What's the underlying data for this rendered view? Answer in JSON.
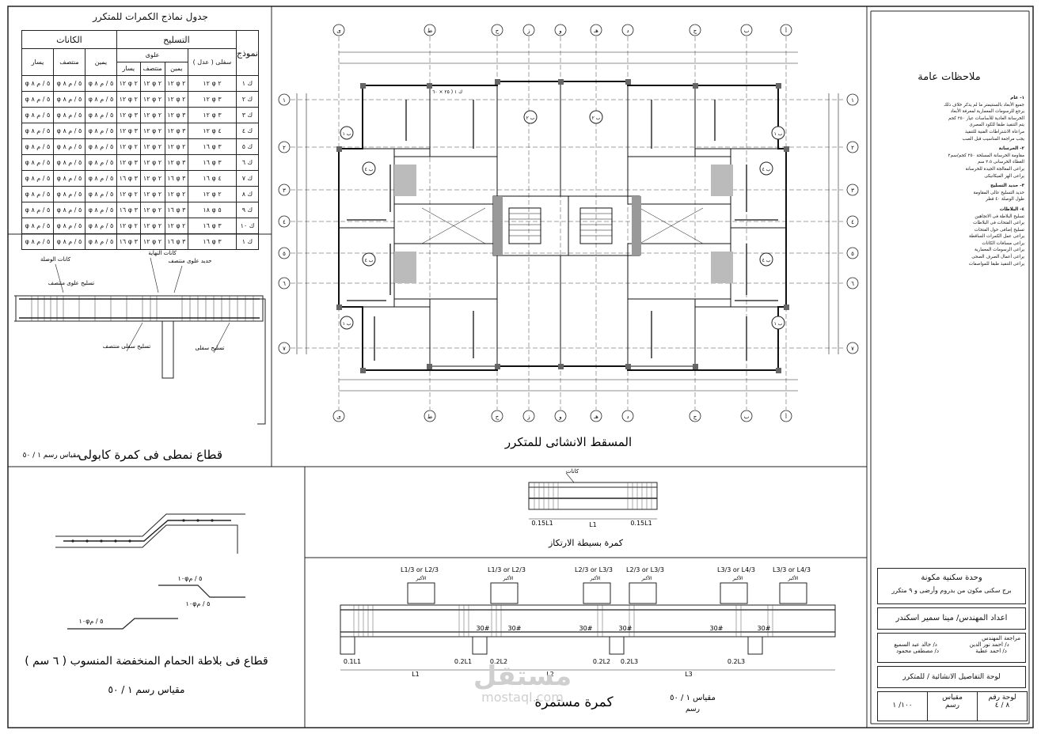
{
  "beam_table": {
    "title": "جدول نماذج الكمرات للمتكرر",
    "group_reinforcement": "التسليح",
    "group_stirrups": "الكانات",
    "col_model": "نموذج",
    "col_top": "علوى",
    "col_bottom": "سفلى ( عدل )",
    "sub_right": "يمين",
    "sub_mid": "منتصف",
    "sub_left": "يسار",
    "rows": [
      {
        "model": "ك ١",
        "bottom": "٢ φ ١٢",
        "t_right": "٢ φ ١٢",
        "t_mid": "٢ φ ١٢",
        "t_left": "٢ φ ١٢",
        "s_right": "٥ / م ٨ φ",
        "s_mid": "٥ / م ٨ φ",
        "s_left": "٥ / م ٨ φ"
      },
      {
        "model": "ك ٢",
        "bottom": "٣ φ ١٢",
        "t_right": "٢ φ ١٢",
        "t_mid": "٢ φ ١٢",
        "t_left": "٢ φ ١٢",
        "s_right": "٥ / م ٨ φ",
        "s_mid": "٥ / م ٨ φ",
        "s_left": "٥ / م ٨ φ"
      },
      {
        "model": "ك ٣",
        "bottom": "٣ φ ١٢",
        "t_right": "٣ φ ١٢",
        "t_mid": "٢ φ ١٢",
        "t_left": "٣ φ ١٢",
        "s_right": "٥ / م ٨ φ",
        "s_mid": "٥ / م ٨ φ",
        "s_left": "٥ / م ٨ φ"
      },
      {
        "model": "ك ٤",
        "bottom": "٤ φ ١٢",
        "t_right": "٣ φ ١٢",
        "t_mid": "٢ φ ١٢",
        "t_left": "٣ φ ١٢",
        "s_right": "٥ / م ٨ φ",
        "s_mid": "٥ / م ٨ φ",
        "s_left": "٥ / م ٨ φ"
      },
      {
        "model": "ك ٥",
        "bottom": "٣ φ ١٦",
        "t_right": "٢ φ ١٢",
        "t_mid": "٢ φ ١٢",
        "t_left": "٢ φ ١٢",
        "s_right": "٥ / م ٨ φ",
        "s_mid": "٥ / م ٨ φ",
        "s_left": "٥ / م ٨ φ"
      },
      {
        "model": "ك ٦",
        "bottom": "٣ φ ١٦",
        "t_right": "٣ φ ١٢",
        "t_mid": "٢ φ ١٢",
        "t_left": "٣ φ ١٢",
        "s_right": "٥ / م ٨ φ",
        "s_mid": "٥ / م ٨ φ",
        "s_left": "٥ / م ٨ φ"
      },
      {
        "model": "ك ٧",
        "bottom": "٤ φ ١٦",
        "t_right": "٣ φ ١٦",
        "t_mid": "٢ φ ١٢",
        "t_left": "٣ φ ١٦",
        "s_right": "٥ / م ٨ φ",
        "s_mid": "٥ / م ٨ φ",
        "s_left": "٥ / م ٨ φ"
      },
      {
        "model": "ك ٨",
        "bottom": "٢ φ ١٢",
        "t_right": "٢ φ ١٢",
        "t_mid": "٢ φ ١٢",
        "t_left": "٢ φ ١٢",
        "s_right": "٥ / م ٨ φ",
        "s_mid": "٥ / م ٨ φ",
        "s_left": "٥ / م ٨ φ"
      },
      {
        "model": "ك ٩",
        "bottom": "٥ φ ١٨",
        "t_right": "٣ φ ١٦",
        "t_mid": "٢ φ ١٢",
        "t_left": "٣ φ ١٦",
        "s_right": "٥ / م ٨ φ",
        "s_mid": "٥ / م ٨ φ",
        "s_left": "٥ / م ٨ φ"
      },
      {
        "model": "ك ١٠",
        "bottom": "٣ φ ١٦",
        "t_right": "٢ φ ١٢",
        "t_mid": "٢ φ ١٢",
        "t_left": "٢ φ ١٢",
        "s_right": "٥ / م ٨ φ",
        "s_mid": "٥ / م ٨ φ",
        "s_left": "٥ / م ٨ φ"
      },
      {
        "model": "ك ١",
        "bottom": "٣ φ ١٦",
        "t_right": "٣ φ ١٦",
        "t_mid": "٢ φ ١٢",
        "t_left": "٣ φ ١٦",
        "s_right": "٥ / م ٨ φ",
        "s_mid": "٥ / م ٨ φ",
        "s_left": "٥ / م ٨ φ"
      }
    ]
  },
  "cantilever_section": {
    "title": "قطاع نمطى فى كمرة كابولى",
    "scale": "مقياس رسم ١ / ٥٠",
    "labels": [
      "كانات الوصلة",
      "كانات النهاية",
      "حدید علوى منتصف",
      "تسليح علوى منتصف",
      "تسليح سفلى منتصف",
      "تسليح سفلى"
    ]
  },
  "plan": {
    "title": "المسقط الانشائى للمتكرر",
    "axis_top": [
      "ى",
      "ط",
      "ح",
      "ز",
      "و",
      "هـ",
      "د",
      "ج",
      "ب",
      "أ"
    ],
    "axis_side": [
      "١",
      "٢",
      "٣",
      "٤",
      "٥",
      "٦",
      "٧"
    ],
    "slab_marks": [
      "ب ٢",
      "ب ٢",
      "ب ٤",
      "ب ٤",
      "ب ٤",
      "ب ٤",
      "ب ١",
      "ب ١",
      "ب ١",
      "ب ١"
    ],
    "beam_label": "ك ١ ( ٢٥ × ٦٠ )"
  },
  "bathroom_section": {
    "title": "قطاع فى بلاطة الحمام المنخفضة المنسوب ( ٦ سم )",
    "scale": "مقياس رسم ١ / ٥٠",
    "dim_1": "١٠φ٥ / م",
    "dim_2": "١٠φ٥ / م",
    "dim_3": "١٠φ٥ / م"
  },
  "lintel": {
    "title": "كمرة بسيطة الارتكاز",
    "left_dim": "0.15L1",
    "mid_dim": "L1",
    "right_dim": "0.15L1",
    "top_label": "كانات"
  },
  "continuous_beam": {
    "title": "كمرة مستمرة",
    "scale": "مقياس ١ / ٥٠",
    "scale_sub": "رسم",
    "spans": [
      "L1/3 or L2/3",
      "L1/3 or L2/3",
      "L2/3 or L3/3",
      "L2/3 or L3/3",
      "L3/3 or L4/3",
      "L3/3 or L4/3"
    ],
    "support_marks": [
      "0.1L1",
      "0.2L1",
      "0.2L2",
      "0.2L2",
      "0.2L3",
      "0.2L3"
    ],
    "span_labels": [
      "L1",
      "L2",
      "L3"
    ],
    "bar_marks": [
      "30#",
      "30#",
      "30#",
      "30#",
      "30#",
      "30#"
    ],
    "largest": "الأكبر"
  },
  "general_notes": {
    "heading": "ملاحظات عامة",
    "sections": [
      {
        "title": "١- عام",
        "lines": [
          "جميع الأبعاد بالسنتيمتر ما لم يذكر خلاف ذلك",
          "يرجع للرسومات المعمارية لمعرفة الأبعاد",
          "الخرسانة العادية للأساسات عيار ٢٥٠ كجم",
          "يتم التنفيذ طبقا للكود المصرى",
          "مراعاة الاشتراطات الفنية للتنفيذ",
          "يجب مراجعة المناسيب قبل الصب"
        ]
      },
      {
        "title": "٢- الخرسانة",
        "lines": [
          "مقاومة الخرسانة المسلحة ٢٥٠ كجم/سم٢",
          "الغطاء الخرسانى ٢.٥ سم",
          "يراعى المعالجة الجيدة للخرسانة",
          "يراعى الهز الميكانيكى"
        ]
      },
      {
        "title": "٣- حديد التسليح",
        "lines": [
          "حديد التسليح عالى المقاومة",
          "طول الوصلة ٤٠ قطر"
        ]
      },
      {
        "title": "٤- البلاطات",
        "lines": [
          "تسليح البلاطة فى الاتجاهين",
          "يراعى الفتحات فى البلاطات",
          "تسليح إضافى حول الفتحات",
          "يراعى عمل الكمرات الساقطة",
          "يراعى مسافات الكانات",
          "يراعى الرسومات المعمارية",
          "يراعى أعمال الصرف الصحى",
          "يراعى التنفيذ طبقا للمواصفات"
        ]
      }
    ]
  },
  "title_block": {
    "project_label": "وحدة سكنية مكونة",
    "project": "برج سكنى مكون من بدروم وأرضى و ٩ متكرر",
    "prepared_label": "اعداد المهندس/ مينا سمير اسكندر",
    "review_label": "مراجعة المهندس",
    "reviewers": [
      "د/ احمد نور الدين",
      "د/ خالد عبد السميع",
      "د/ احمد عطية",
      "د/ مصطفى محمود"
    ],
    "sheet_title": "لوحة التفاصيل الانشائية / للمتكرر",
    "scale_label": "مقياس",
    "scale_sub": "رسم",
    "scale_value": "١٠٠/ ١",
    "sheet_no_label": "لوحة رقم",
    "sheet_no": "٨ / ٤"
  },
  "watermark": {
    "text": "مستقل",
    "url": "mostaql.com"
  }
}
